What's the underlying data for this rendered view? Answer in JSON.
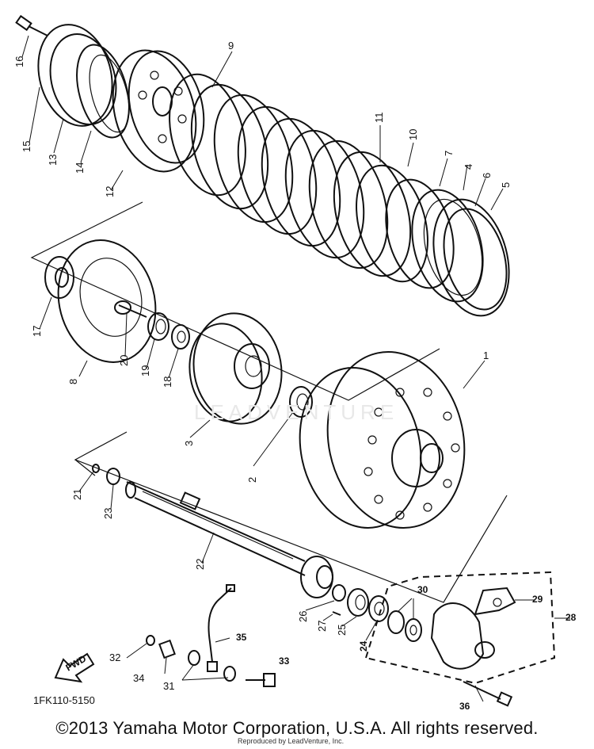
{
  "labels": [
    "1",
    "2",
    "3",
    "4",
    "5",
    "6",
    "7",
    "8",
    "9",
    "10",
    "11",
    "12",
    "13",
    "14",
    "15",
    "16",
    "17",
    "18",
    "19",
    "20",
    "21",
    "22",
    "23",
    "24",
    "25",
    "26",
    "27",
    "28",
    "29",
    "30",
    "31",
    "32",
    "33",
    "34",
    "35",
    "36"
  ],
  "fwd_label": "FWD",
  "diagram_code": "1FK110-5150",
  "watermark_text": "LEADVENTURE",
  "copyright": "©2013 Yamaha Motor Corporation, U.S.A. All rights reserved.",
  "reproduced": "Reproduced by LeadVenture, Inc."
}
